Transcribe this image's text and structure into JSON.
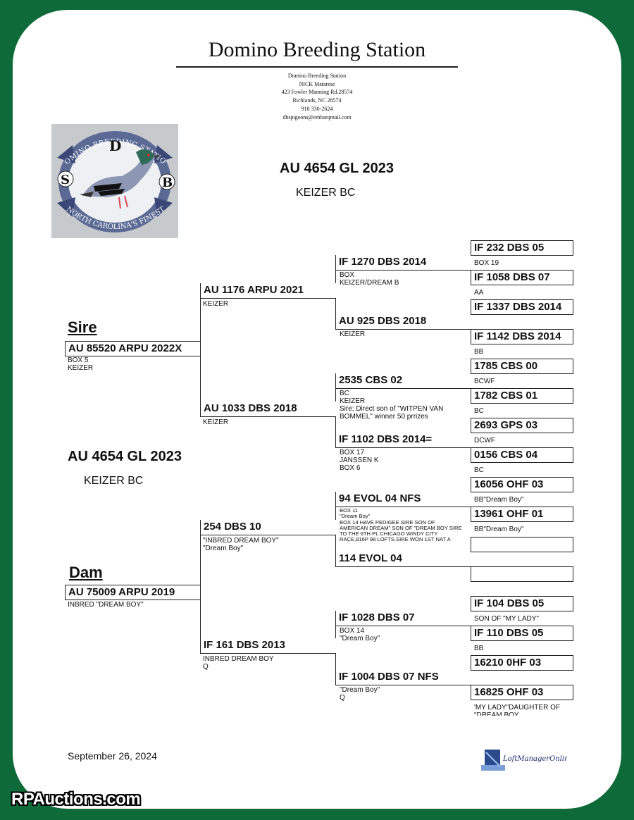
{
  "header": {
    "title": "Domino Breeding Station",
    "contact": [
      "Domino Breeding Station",
      "NICK Matarese",
      "423 Fowler Manning Rd.28574",
      "Richlands, NC 28574",
      "910 330-2624",
      "dbspigeons@embarqmail.com"
    ]
  },
  "logo": {
    "top_text": "DOMINO BREEDING STATION",
    "bottom_text": "NORTH CAROLINA'S FINEST",
    "letters": [
      "D",
      "S",
      "B"
    ]
  },
  "subject": {
    "band": "AU 4654 GL 2023",
    "color_sex": "KEIZER BC"
  },
  "labels": {
    "sire": "Sire",
    "dam": "Dam"
  },
  "gen1": {
    "sire": {
      "band": "AU 85520 ARPU 2022X",
      "notes": "BOX 5\nKEIZER"
    },
    "dam": {
      "band": "AU 75009 ARPU 2019",
      "notes": "INBRED \"DREAM BOY\""
    }
  },
  "gen2": [
    {
      "band": "AU 1176 ARPU 2021",
      "notes": "KEIZER"
    },
    {
      "band": "AU 1033 DBS 2018",
      "notes": "KEIZER"
    },
    {
      "band": "254 DBS 10",
      "notes": "\"INBRED DREAM BOY\"\n\"Dream Boy\""
    },
    {
      "band": "IF 161 DBS 2013",
      "notes": "INBRED DREAM BOY\nQ"
    }
  ],
  "gen3": [
    {
      "band": "IF 1270 DBS 2014",
      "notes": "BOX\nKEIZER/DREAM B"
    },
    {
      "band": "AU 925 DBS 2018",
      "notes": "KEIZER"
    },
    {
      "band": "2535 CBS 02",
      "notes": "BC\nKEIZER\nSire; Direct son of \"WITPEN VAN\nBOMMEL\" winner 50 prrizes"
    },
    {
      "band": "IF 1102 DBS 2014=",
      "notes": "BOX 17\nJANSSEN K\nBOX 6"
    },
    {
      "band": "94 EVOL 04 NFS",
      "notes": "BOX 11\n\"Dream Boy\"\nBOX 14 HAVE PEDIGEE SIRE SON OF\nAMERICAN DREAM\" SON OF \"DREAM BOY SIRE\nTO THE 6TH PL CHICAGO WINDY CITY\nRACE,816P 98 LOFTS.SIRE WON 1ST NAT A"
    },
    {
      "band": "114 EVOL 04",
      "notes": ""
    },
    {
      "band": "IF 1028 DBS 07",
      "notes": "BOX  14\n\"Dream Boy\""
    },
    {
      "band": "IF 1004 DBS 07 NFS",
      "notes": "\"Dream Boy\"\nQ"
    }
  ],
  "gen4": [
    {
      "band": "IF 232 DBS 05",
      "notes": "BOX 19"
    },
    {
      "band": "IF 1058 DBS 07",
      "notes": "AA"
    },
    {
      "band": "IF 1337 DBS 2014",
      "notes": ""
    },
    {
      "band": "IF 1142 DBS 2014",
      "notes": "BB"
    },
    {
      "band": "1785 CBS 00",
      "notes": "BCWF"
    },
    {
      "band": "1782 CBS 01",
      "notes": "BC"
    },
    {
      "band": "2693 GPS 03",
      "notes": "DCWF"
    },
    {
      "band": "0156 CBS 04",
      "notes": "BC"
    },
    {
      "band": "16056 OHF 03",
      "notes": "BB\"Dream Boy\""
    },
    {
      "band": "13961 OHF 01",
      "notes": "BB\"Dream Boy\""
    },
    {
      "band": "",
      "notes": ""
    },
    {
      "band": "",
      "notes": ""
    },
    {
      "band": "IF 104 DBS 05",
      "notes": "SON OF \"MY LADY\""
    },
    {
      "band": "IF 110 DBS 05",
      "notes": "BB"
    },
    {
      "band": "16210 0HF 03",
      "notes": ""
    },
    {
      "band": "16825 OHF 03",
      "notes": "'MY LADY\"DAUGHTER OF\n\"DREAM BOY"
    }
  ],
  "footer": {
    "date": "September 26, 2024",
    "lofti_logo_text": "LoftManagerOnline.com",
    "watermark": "RPAuctions.com"
  },
  "colors": {
    "frame": "#0f6a3a",
    "page": "#ffffff"
  }
}
